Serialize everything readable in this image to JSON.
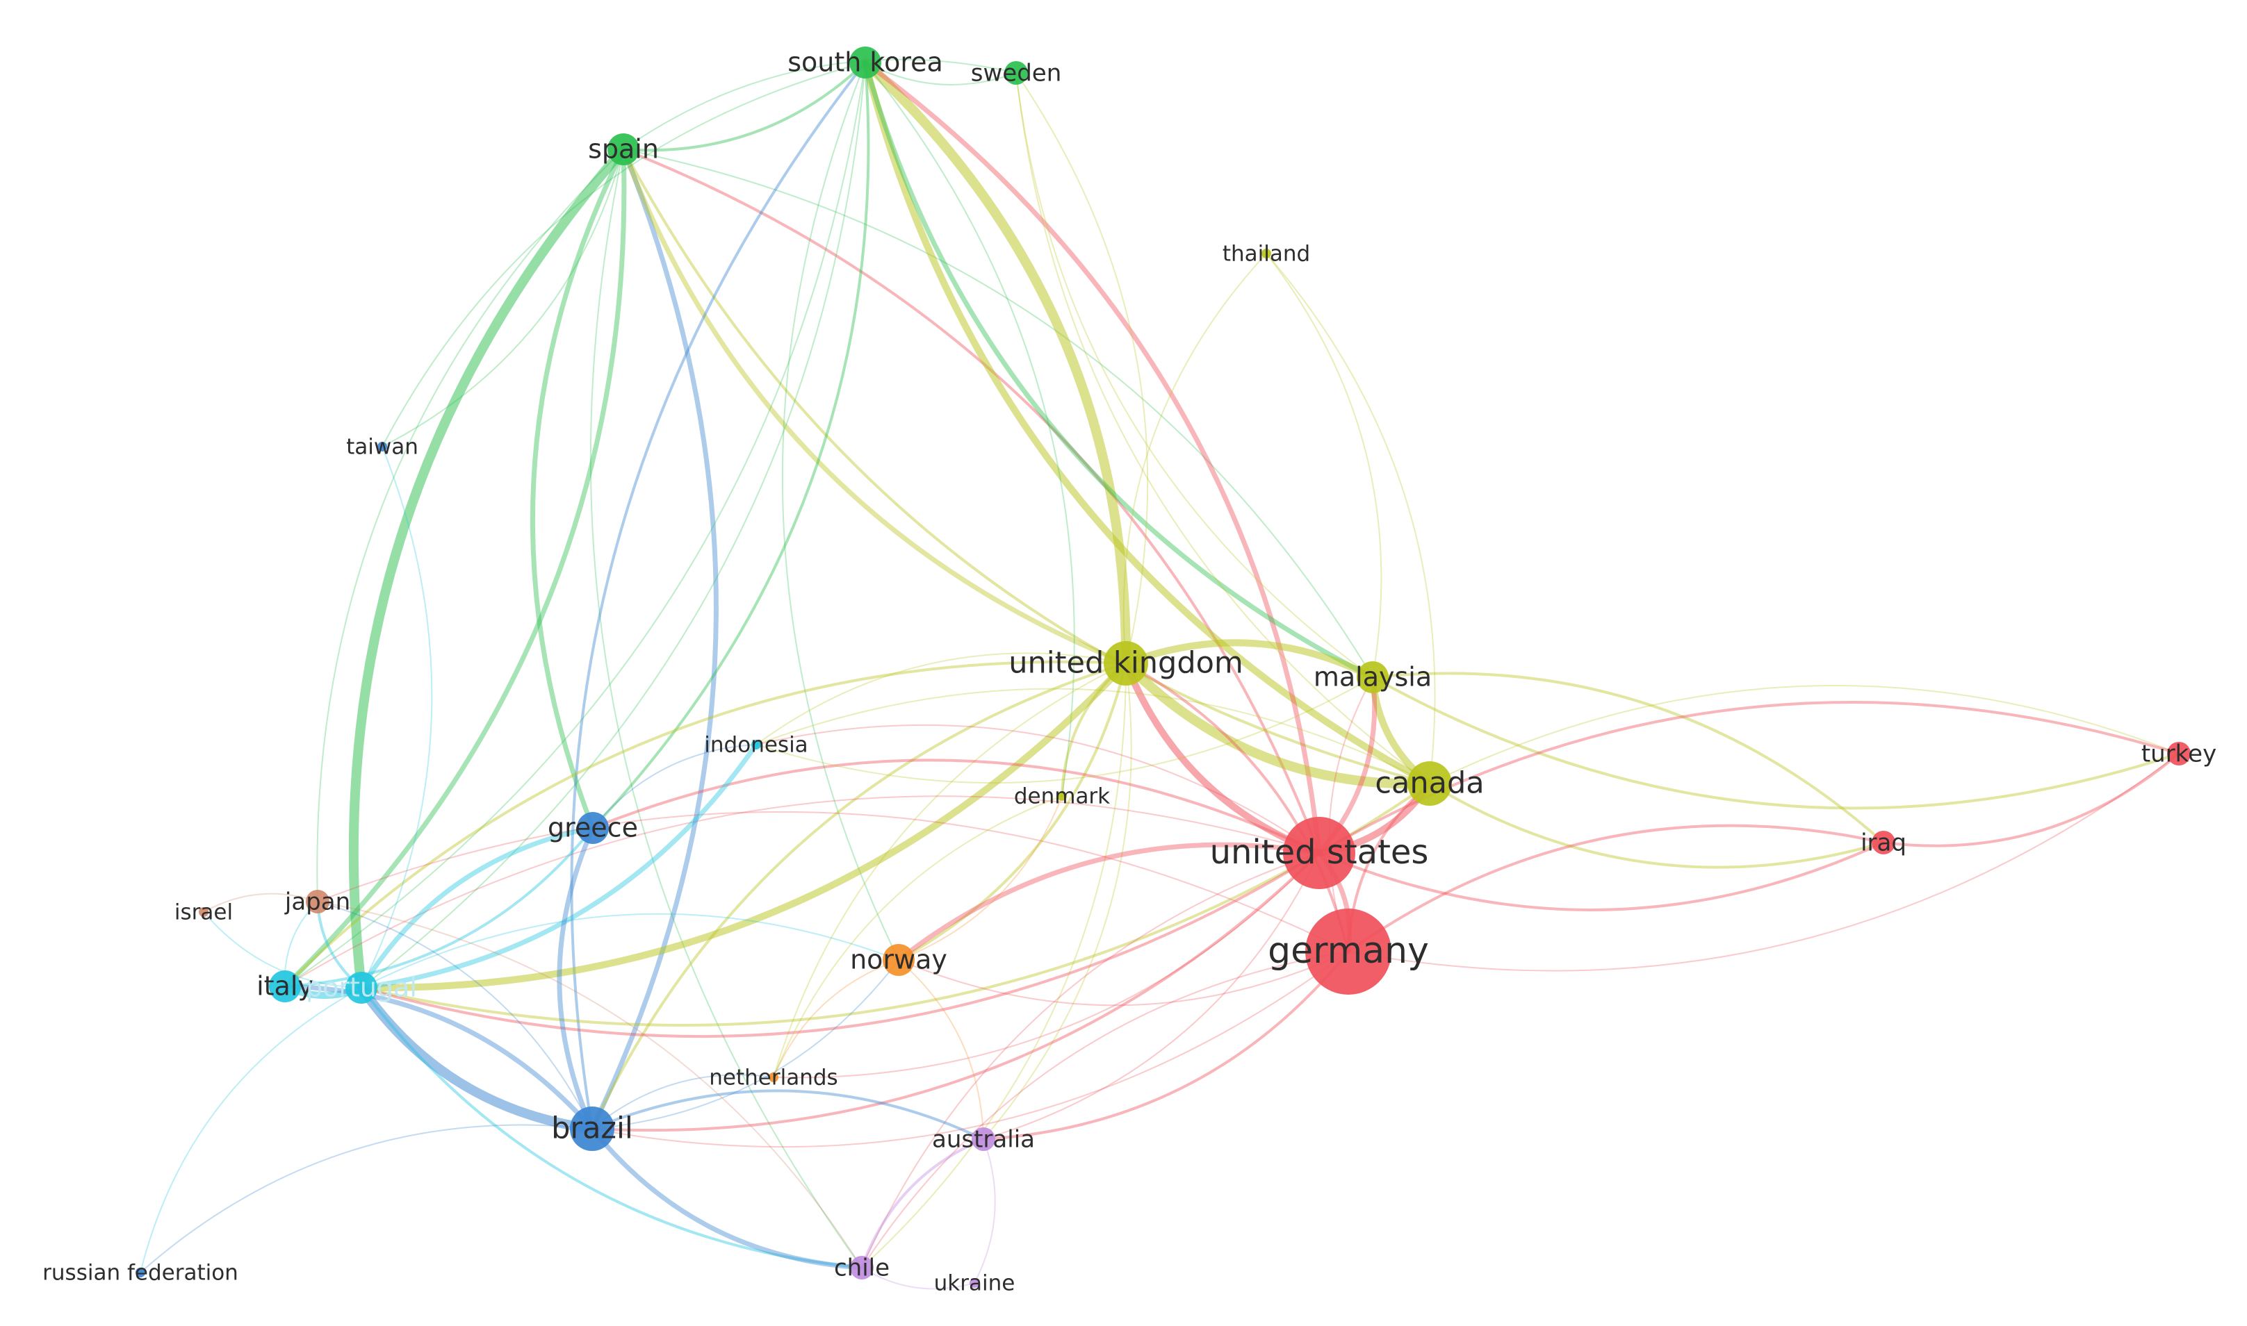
{
  "diagram": {
    "type": "co-authorship country network",
    "clusters": {
      "red": "#f0505a",
      "green": "#2bbf4f",
      "yellow": "#b9c41c",
      "blue": "#3b86d2",
      "cyan": "#22c6df",
      "orange": "#f4902a",
      "purple": "#c08de0",
      "brown": "#d18a6c"
    },
    "nodes": [
      {
        "id": "south-korea",
        "label": "south korea",
        "cluster": "green",
        "weight": 3
      },
      {
        "id": "sweden",
        "label": "sweden",
        "cluster": "green",
        "weight": 2
      },
      {
        "id": "spain",
        "label": "spain",
        "cluster": "green",
        "weight": 3
      },
      {
        "id": "thailand",
        "label": "thailand",
        "cluster": "yellow",
        "weight": 1
      },
      {
        "id": "taiwan",
        "label": "taiwan",
        "cluster": "blue",
        "weight": 1
      },
      {
        "id": "united-kingdom",
        "label": "united kingdom",
        "cluster": "yellow",
        "weight": 4
      },
      {
        "id": "malaysia",
        "label": "malaysia",
        "cluster": "yellow",
        "weight": 3
      },
      {
        "id": "turkey",
        "label": "turkey",
        "cluster": "red",
        "weight": 2
      },
      {
        "id": "indonesia",
        "label": "indonesia",
        "cluster": "cyan",
        "weight": 1
      },
      {
        "id": "canada",
        "label": "canada",
        "cluster": "yellow",
        "weight": 4
      },
      {
        "id": "denmark",
        "label": "denmark",
        "cluster": "yellow",
        "weight": 1
      },
      {
        "id": "greece",
        "label": "greece",
        "cluster": "blue",
        "weight": 3
      },
      {
        "id": "united-states",
        "label": "united states",
        "cluster": "red",
        "weight": 6
      },
      {
        "id": "iraq",
        "label": "iraq",
        "cluster": "red",
        "weight": 2
      },
      {
        "id": "israel",
        "label": "israel",
        "cluster": "brown",
        "weight": 1
      },
      {
        "id": "japan",
        "label": "japan",
        "cluster": "brown",
        "weight": 2
      },
      {
        "id": "germany",
        "label": "germany",
        "cluster": "red",
        "weight": 7
      },
      {
        "id": "italy",
        "label": "italy",
        "cluster": "cyan",
        "weight": 3
      },
      {
        "id": "portugal",
        "label": "portugal",
        "cluster": "cyan",
        "weight": 3,
        "dim": true
      },
      {
        "id": "norway",
        "label": "norway",
        "cluster": "orange",
        "weight": 3
      },
      {
        "id": "netherlands",
        "label": "netherlands",
        "cluster": "orange",
        "weight": 1
      },
      {
        "id": "brazil",
        "label": "brazil",
        "cluster": "blue",
        "weight": 4
      },
      {
        "id": "australia",
        "label": "australia",
        "cluster": "purple",
        "weight": 2
      },
      {
        "id": "russian-federation",
        "label": "russian federation",
        "cluster": "blue",
        "weight": 1
      },
      {
        "id": "chile",
        "label": "chile",
        "cluster": "purple",
        "weight": 2
      },
      {
        "id": "ukraine",
        "label": "ukraine",
        "cluster": "purple",
        "weight": 1
      }
    ],
    "edges": [
      {
        "source": "spain",
        "target": "portugal",
        "strength": 6
      },
      {
        "source": "spain",
        "target": "italy",
        "strength": 3
      },
      {
        "source": "spain",
        "target": "greece",
        "strength": 3
      },
      {
        "source": "spain",
        "target": "brazil",
        "strength": 3
      },
      {
        "source": "spain",
        "target": "united-kingdom",
        "strength": 3
      },
      {
        "source": "spain",
        "target": "united-states",
        "strength": 2
      },
      {
        "source": "spain",
        "target": "canada",
        "strength": 2
      },
      {
        "source": "spain",
        "target": "malaysia",
        "strength": 1
      },
      {
        "source": "spain",
        "target": "south-korea",
        "strength": 2
      },
      {
        "source": "spain",
        "target": "sweden",
        "strength": 1
      },
      {
        "source": "spain",
        "target": "japan",
        "strength": 1
      },
      {
        "source": "spain",
        "target": "taiwan",
        "strength": 1
      },
      {
        "source": "spain",
        "target": "chile",
        "strength": 1
      },
      {
        "source": "south-korea",
        "target": "united-kingdom",
        "strength": 5
      },
      {
        "source": "south-korea",
        "target": "canada",
        "strength": 4
      },
      {
        "source": "south-korea",
        "target": "united-states",
        "strength": 3
      },
      {
        "source": "south-korea",
        "target": "malaysia",
        "strength": 3
      },
      {
        "source": "south-korea",
        "target": "greece",
        "strength": 2
      },
      {
        "source": "south-korea",
        "target": "brazil",
        "strength": 2
      },
      {
        "source": "south-korea",
        "target": "portugal",
        "strength": 1
      },
      {
        "source": "south-korea",
        "target": "sweden",
        "strength": 1
      },
      {
        "source": "south-korea",
        "target": "denmark",
        "strength": 1
      },
      {
        "source": "south-korea",
        "target": "norway",
        "strength": 1
      },
      {
        "source": "south-korea",
        "target": "italy",
        "strength": 1
      },
      {
        "source": "sweden",
        "target": "malaysia",
        "strength": 1
      },
      {
        "source": "sweden",
        "target": "united-kingdom",
        "strength": 1
      },
      {
        "source": "sweden",
        "target": "canada",
        "strength": 1
      },
      {
        "source": "thailand",
        "target": "malaysia",
        "strength": 1
      },
      {
        "source": "thailand",
        "target": "united-kingdom",
        "strength": 1
      },
      {
        "source": "thailand",
        "target": "canada",
        "strength": 1
      },
      {
        "source": "united-kingdom",
        "target": "canada",
        "strength": 5
      },
      {
        "source": "united-kingdom",
        "target": "malaysia",
        "strength": 4
      },
      {
        "source": "united-kingdom",
        "target": "united-states",
        "strength": 4
      },
      {
        "source": "united-kingdom",
        "target": "portugal",
        "strength": 4
      },
      {
        "source": "united-kingdom",
        "target": "italy",
        "strength": 2
      },
      {
        "source": "united-kingdom",
        "target": "germany",
        "strength": 2
      },
      {
        "source": "united-kingdom",
        "target": "denmark",
        "strength": 2
      },
      {
        "source": "united-kingdom",
        "target": "norway",
        "strength": 2
      },
      {
        "source": "united-kingdom",
        "target": "netherlands",
        "strength": 1
      },
      {
        "source": "united-kingdom",
        "target": "australia",
        "strength": 1
      },
      {
        "source": "united-kingdom",
        "target": "brazil",
        "strength": 2
      },
      {
        "source": "united-kingdom",
        "target": "chile",
        "strength": 1
      },
      {
        "source": "malaysia",
        "target": "canada",
        "strength": 4
      },
      {
        "source": "malaysia",
        "target": "united-states",
        "strength": 3
      },
      {
        "source": "malaysia",
        "target": "turkey",
        "strength": 2
      },
      {
        "source": "malaysia",
        "target": "iraq",
        "strength": 2
      },
      {
        "source": "malaysia",
        "target": "germany",
        "strength": 1
      },
      {
        "source": "canada",
        "target": "united-states",
        "strength": 4
      },
      {
        "source": "canada",
        "target": "germany",
        "strength": 2
      },
      {
        "source": "canada",
        "target": "turkey",
        "strength": 1
      },
      {
        "source": "canada",
        "target": "iraq",
        "strength": 2
      },
      {
        "source": "canada",
        "target": "portugal",
        "strength": 2
      },
      {
        "source": "canada",
        "target": "indonesia",
        "strength": 1
      },
      {
        "source": "united-states",
        "target": "germany",
        "strength": 3
      },
      {
        "source": "united-states",
        "target": "iraq",
        "strength": 2
      },
      {
        "source": "united-states",
        "target": "turkey",
        "strength": 2
      },
      {
        "source": "united-states",
        "target": "norway",
        "strength": 3
      },
      {
        "source": "united-states",
        "target": "brazil",
        "strength": 2
      },
      {
        "source": "united-states",
        "target": "greece",
        "strength": 2
      },
      {
        "source": "united-states",
        "target": "portugal",
        "strength": 2
      },
      {
        "source": "united-states",
        "target": "italy",
        "strength": 1
      },
      {
        "source": "united-states",
        "target": "australia",
        "strength": 1
      },
      {
        "source": "united-states",
        "target": "chile",
        "strength": 1
      },
      {
        "source": "united-states",
        "target": "netherlands",
        "strength": 1
      },
      {
        "source": "united-states",
        "target": "indonesia",
        "strength": 1
      },
      {
        "source": "germany",
        "target": "iraq",
        "strength": 2
      },
      {
        "source": "germany",
        "target": "turkey",
        "strength": 1
      },
      {
        "source": "germany",
        "target": "australia",
        "strength": 2
      },
      {
        "source": "germany",
        "target": "chile",
        "strength": 1
      },
      {
        "source": "germany",
        "target": "brazil",
        "strength": 1
      },
      {
        "source": "germany",
        "target": "japan",
        "strength": 1
      },
      {
        "source": "germany",
        "target": "norway",
        "strength": 1
      },
      {
        "source": "iraq",
        "target": "turkey",
        "strength": 2
      },
      {
        "source": "portugal",
        "target": "italy",
        "strength": 4
      },
      {
        "source": "portugal",
        "target": "brazil",
        "strength": 5
      },
      {
        "source": "portugal",
        "target": "greece",
        "strength": 3
      },
      {
        "source": "portugal",
        "target": "indonesia",
        "strength": 3
      },
      {
        "source": "portugal",
        "target": "japan",
        "strength": 2
      },
      {
        "source": "portugal",
        "target": "chile",
        "strength": 2
      },
      {
        "source": "portugal",
        "target": "israel",
        "strength": 1
      },
      {
        "source": "portugal",
        "target": "russian-federation",
        "strength": 1
      },
      {
        "source": "portugal",
        "target": "norway",
        "strength": 1
      },
      {
        "source": "portugal",
        "target": "taiwan",
        "strength": 1
      },
      {
        "source": "italy",
        "target": "brazil",
        "strength": 3
      },
      {
        "source": "italy",
        "target": "greece",
        "strength": 2
      },
      {
        "source": "italy",
        "target": "japan",
        "strength": 1
      },
      {
        "source": "greece",
        "target": "brazil",
        "strength": 3
      },
      {
        "source": "greece",
        "target": "indonesia",
        "strength": 1
      },
      {
        "source": "brazil",
        "target": "chile",
        "strength": 3
      },
      {
        "source": "brazil",
        "target": "australia",
        "strength": 2
      },
      {
        "source": "brazil",
        "target": "norway",
        "strength": 1
      },
      {
        "source": "brazil",
        "target": "netherlands",
        "strength": 1
      },
      {
        "source": "brazil",
        "target": "russian-federation",
        "strength": 1
      },
      {
        "source": "japan",
        "target": "brazil",
        "strength": 1
      },
      {
        "source": "japan",
        "target": "israel",
        "strength": 1
      },
      {
        "source": "japan",
        "target": "chile",
        "strength": 1
      },
      {
        "source": "norway",
        "target": "netherlands",
        "strength": 1
      },
      {
        "source": "norway",
        "target": "australia",
        "strength": 1
      },
      {
        "source": "denmark",
        "target": "netherlands",
        "strength": 1
      },
      {
        "source": "denmark",
        "target": "norway",
        "strength": 1
      },
      {
        "source": "australia",
        "target": "chile",
        "strength": 2
      },
      {
        "source": "australia",
        "target": "ukraine",
        "strength": 1
      },
      {
        "source": "chile",
        "target": "ukraine",
        "strength": 1
      },
      {
        "source": "indonesia",
        "target": "united-kingdom",
        "strength": 1
      },
      {
        "source": "indonesia",
        "target": "malaysia",
        "strength": 1
      },
      {
        "source": "taiwan",
        "target": "south-korea",
        "strength": 1
      }
    ]
  }
}
